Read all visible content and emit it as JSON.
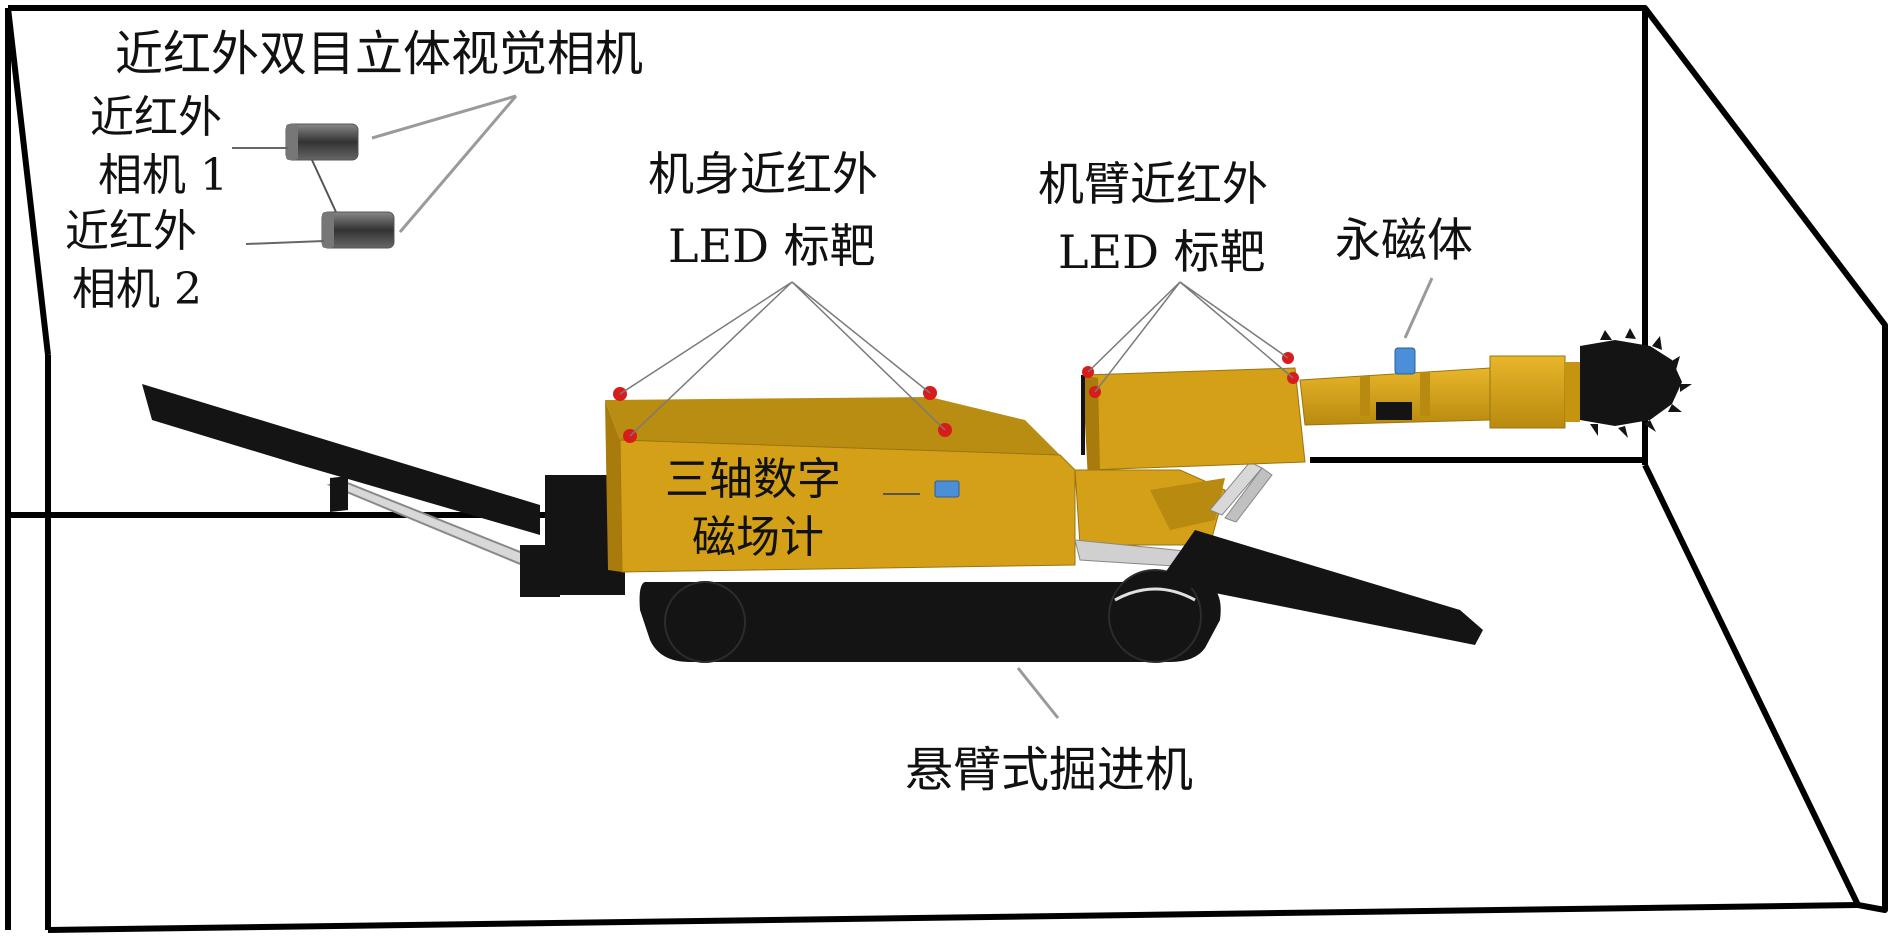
{
  "labels": {
    "stereo_camera": "近红外双目立体视觉相机",
    "camera1_line1": "近红外",
    "camera1_line2": "相机 1",
    "camera2_line1": "近红外",
    "camera2_line2": "相机 2",
    "body_led_line1": "机身近红外",
    "body_led_line2": "LED 标靶",
    "arm_led_line1": "机臂近红外",
    "arm_led_line2": "LED 标靶",
    "magnet": "永磁体",
    "magnetometer_line1": "三轴数字",
    "magnetometer_line2": "磁场计",
    "machine": "悬臂式掘进机"
  },
  "colors": {
    "machine_body": "#d4a017",
    "machine_shadow": "#a87b0c",
    "machine_dark": "#141414",
    "led_target": "#d81c1c",
    "magnet": "#4a8fd8",
    "leader_line": "#9a9a9a",
    "room_edge": "#000000"
  }
}
